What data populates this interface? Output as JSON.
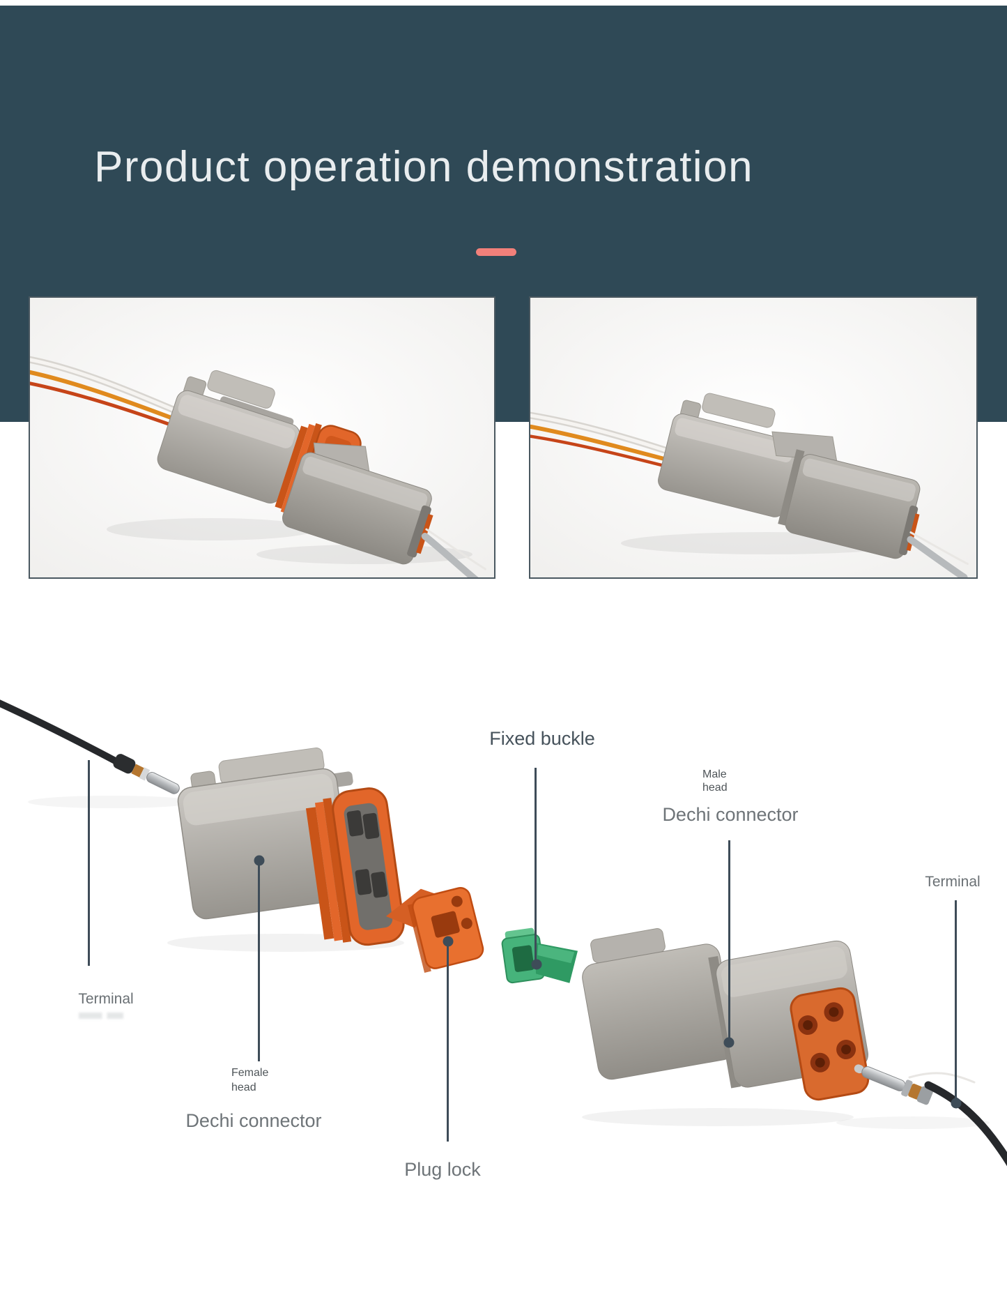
{
  "header": {
    "title": "Product operation demonstration"
  },
  "diagram": {
    "labels": {
      "fixed_buckle": "Fixed buckle",
      "male_head": "Male\nhead",
      "dechi_connector_right": "Dechi connector",
      "terminal_right": "Terminal",
      "terminal_left": "Terminal",
      "female_head": "Female\nhead",
      "dechi_connector_left": "Dechi connector",
      "plug_lock": "Plug lock"
    }
  },
  "colors": {
    "header_bg": "#2f4956",
    "accent_dash": "#f2807a",
    "callout": "#3e4c58",
    "seal_orange": "#e2662a",
    "buckle_green": "#46b37b"
  }
}
